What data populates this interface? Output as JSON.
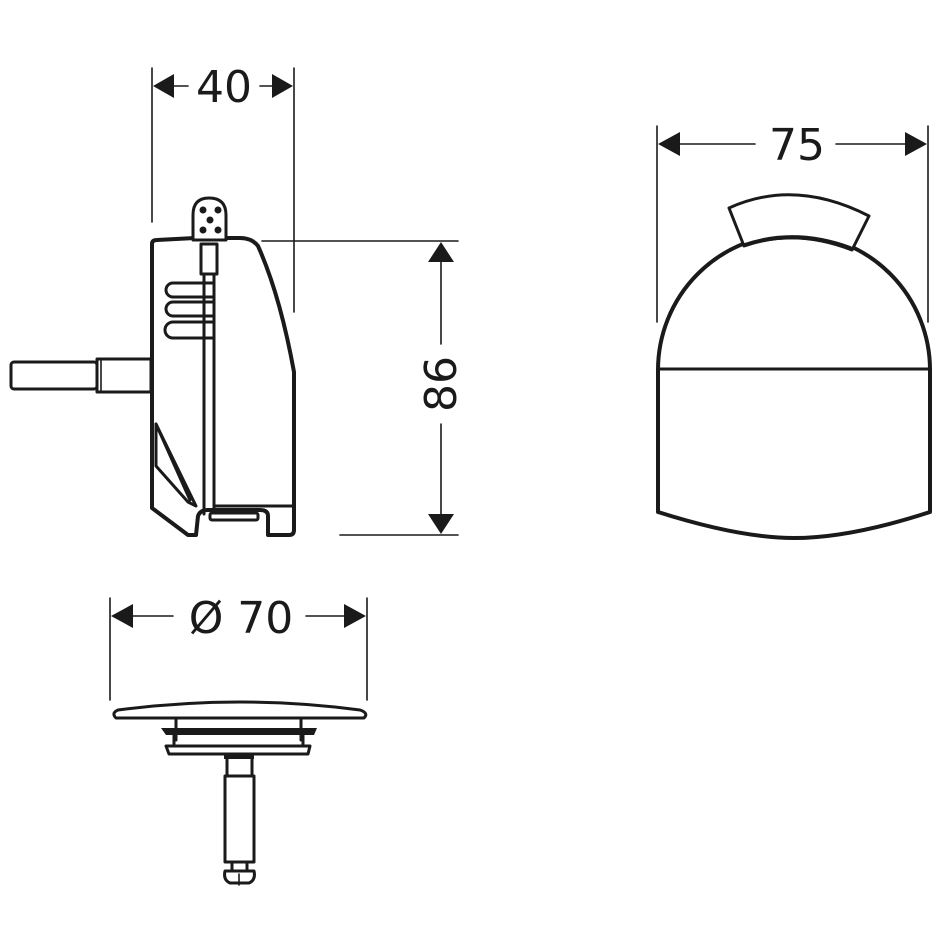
{
  "drawing": {
    "background": "#ffffff",
    "line_color": "#1a1a1a",
    "views": {
      "side_view": {
        "label": "side view of overflow/drain mechanism",
        "dimensions": {
          "width": "40",
          "height": "86"
        }
      },
      "front_view": {
        "label": "front view of overflow cover",
        "dimensions": {
          "width": "75"
        }
      },
      "plug_view": {
        "label": "side view of drain plug",
        "dimensions": {
          "diameter": "Ø 70"
        }
      }
    }
  }
}
